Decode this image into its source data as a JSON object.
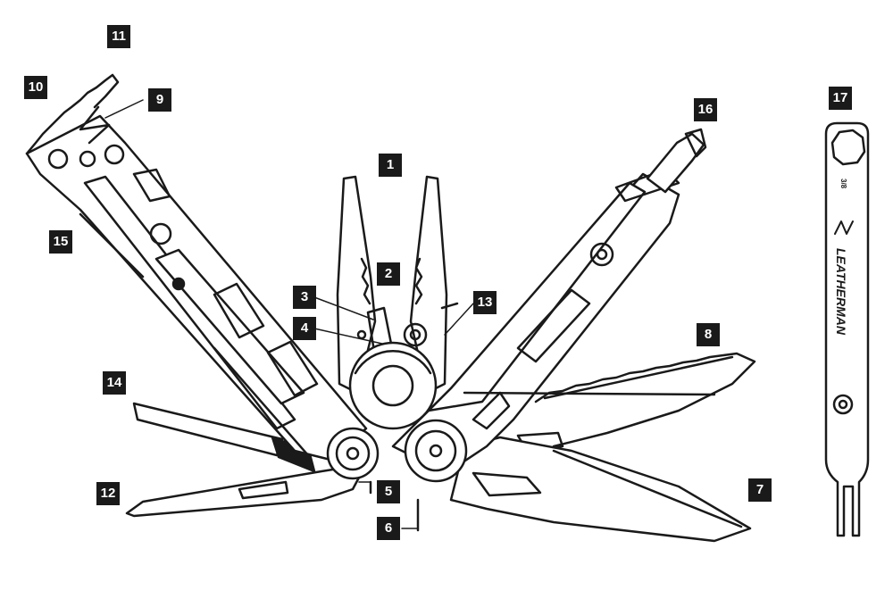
{
  "callouts": {
    "c1": "1",
    "c2": "2",
    "c3": "3",
    "c4": "4",
    "c5": "5",
    "c6": "6",
    "c7": "7",
    "c8": "8",
    "c9": "9",
    "c10": "10",
    "c11": "11",
    "c12": "12",
    "c13": "13",
    "c14": "14",
    "c15": "15",
    "c16": "16",
    "c17": "17"
  },
  "bit_driver": {
    "brand_text": "LEATHERMAN",
    "size_text": "3/8"
  },
  "colors": {
    "ink": "#1a1a1a",
    "paper": "#ffffff"
  }
}
